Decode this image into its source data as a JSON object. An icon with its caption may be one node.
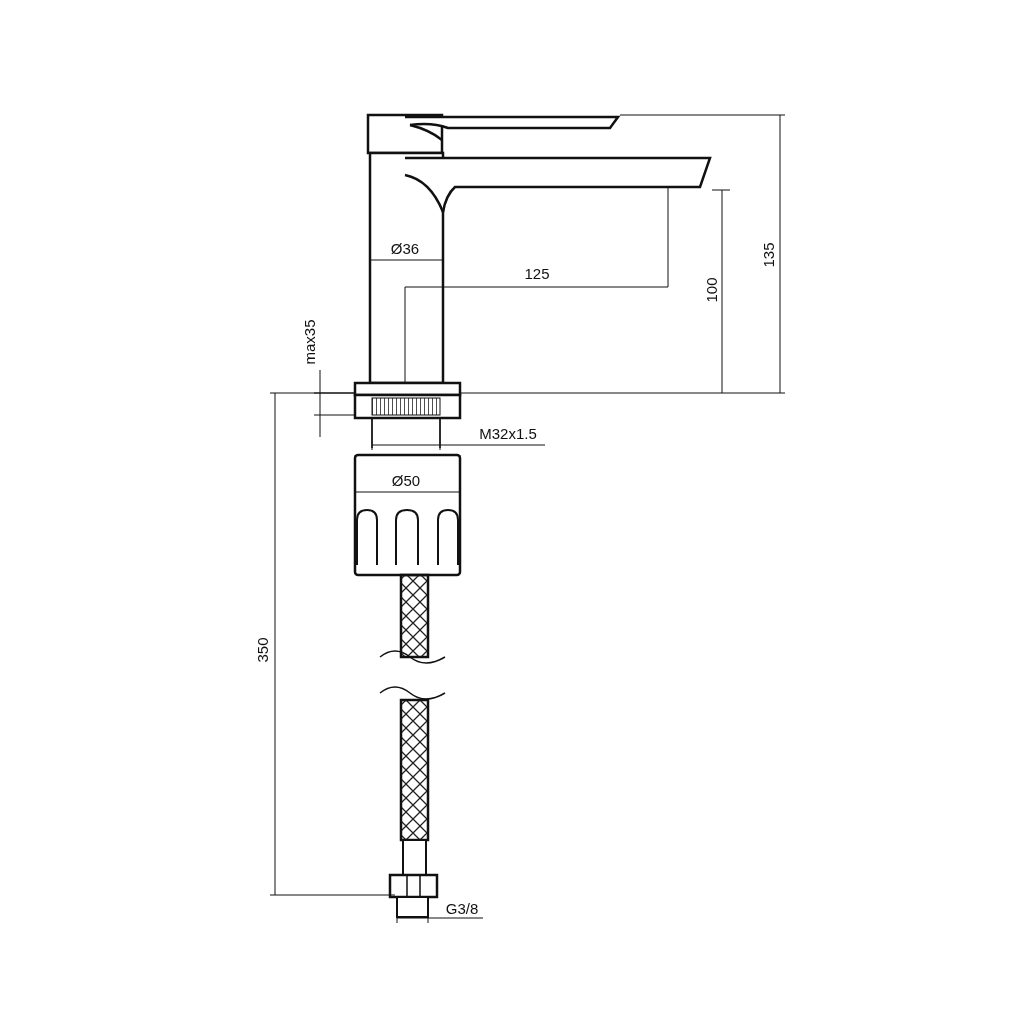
{
  "diagram": {
    "labels": [
      "Ø36",
      "135",
      "125",
      "100",
      "max35",
      "M32x1.5",
      "Ø50",
      "350",
      "G3/8"
    ]
  }
}
